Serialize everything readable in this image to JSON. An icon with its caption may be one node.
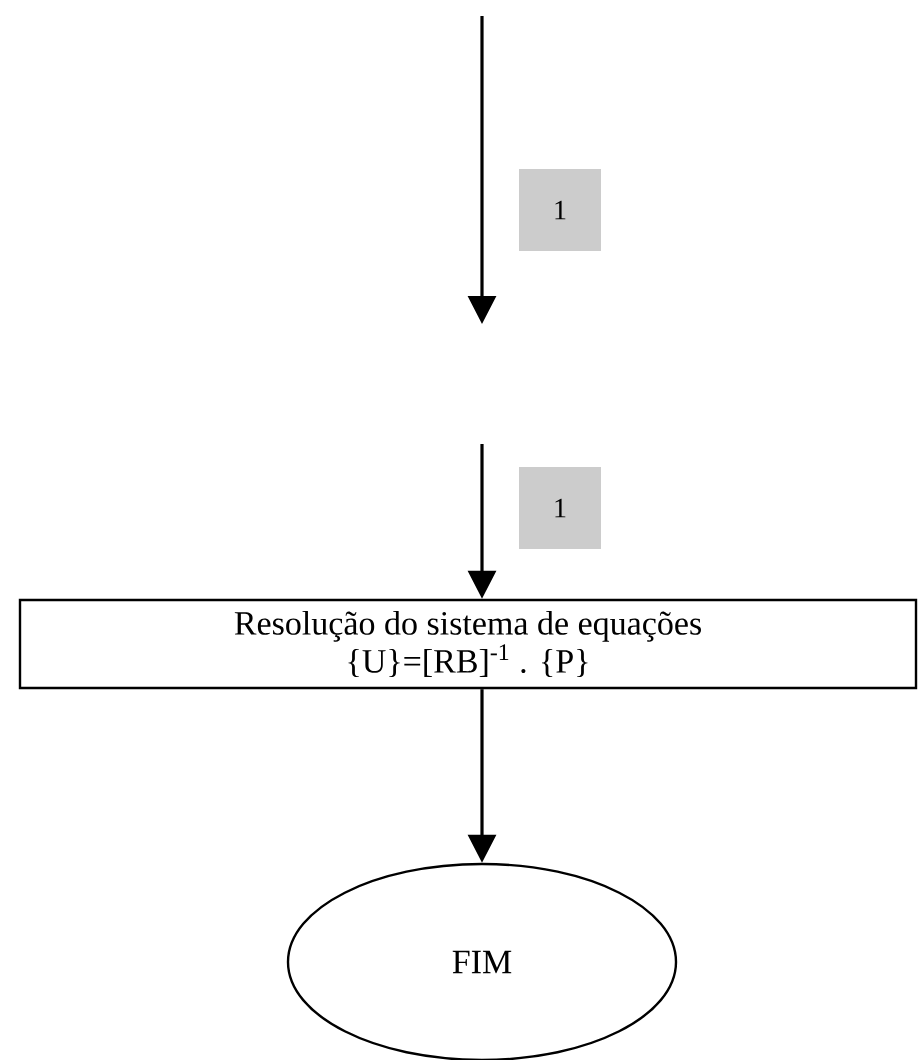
{
  "diagram": {
    "nodes": [
      {
        "text": [
          "Resolução do sistema de equações",
          "{U}=[RB]$^{-1}$ . {P}"
        ]
      },
      {
        "text": [
          "FIM"
        ]
      }
    ],
    "edges": [
      {
        "from": null,
        "to": 0,
        "arrow": "to"
      },
      {
        "from": 0,
        "to": 1,
        "arrow": "to"
      }
    ],
    "labels": [
      "1",
      "1"
    ]
  }
}
